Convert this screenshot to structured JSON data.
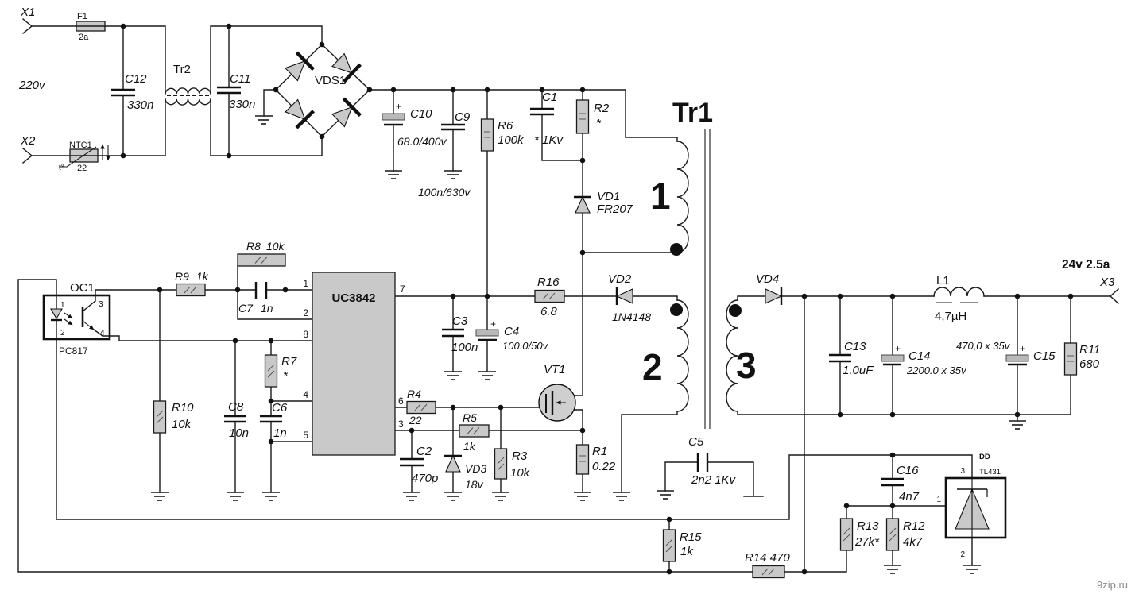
{
  "colors": {
    "background": "#ffffff",
    "wire": "#1a1a1a",
    "component_fill": "#c9c9c9",
    "watermark": "#8a8a8a"
  },
  "l": {
    "x1": "X1",
    "x2": "X2",
    "v220": "220v",
    "f1": "F1",
    "f1v": "2a",
    "ntc1": "NTC1",
    "ntc1v": "22",
    "tdeg": "t°",
    "c12": "C12",
    "c12v": "330n",
    "tr2": "Tr2",
    "c11": "C11",
    "c11v": "330n",
    "vds1": "VDS1",
    "plus": "+",
    "c10": "C10",
    "c10v": "68.0/400v",
    "c9": "C9",
    "c9v": "100n/630v",
    "r6": "R6",
    "r6v": "100k",
    "c1": "C1",
    "c1v": "* 1Kv",
    "r2": "R2",
    "r2v": "*",
    "vd1": "VD1",
    "vd1v": "FR207",
    "tr1": "Tr1",
    "w1": "1",
    "w2": "2",
    "w3": "3",
    "vd2": "VD2",
    "vd2v": "1N4148",
    "r16": "R16",
    "r16v": "6.8",
    "c3": "C3",
    "c3v": "100n",
    "c4": "C4",
    "c4v": "100.0/50v",
    "ic": "UC3842",
    "p1": "1",
    "p2": "2",
    "p3": "3",
    "p4": "4",
    "p5": "5",
    "p6": "6",
    "p7": "7",
    "p8": "8",
    "oc1": "OC1",
    "oc1v": "PC817",
    "r9": "R9",
    "r9v": "1k",
    "r8": "R8",
    "r8v": "10k",
    "c7": "C7",
    "c7v": "1n",
    "r10": "R10",
    "r10v": "10k",
    "c8": "C8",
    "c8v": "10n",
    "c6": "C6",
    "c6v": "1n",
    "r7": "R7",
    "r7v": "*",
    "r4": "R4",
    "r4v": "22",
    "r5": "R5",
    "r5v": "1k",
    "c2": "C2",
    "c2v": "470p",
    "vd3": "VD3",
    "vd3v": "18v",
    "r3": "R3",
    "r3v": "10k",
    "vt1": "VT1",
    "r1": "R1",
    "r1v": "0.22",
    "c5": "C5",
    "c5v": "2n2 1Kv",
    "vd4": "VD4",
    "c13": "C13",
    "c13v": "1.0uF",
    "l1": "L1",
    "l1v": "4,7µH",
    "c14": "C14",
    "c14v": "2200.0 x 35v",
    "c15": "C15",
    "c15v": "470,0 x 35v",
    "r11": "R11",
    "r11v": "680",
    "out": "24v 2.5a",
    "x3": "X3",
    "c16": "C16",
    "c16v": "4n7",
    "r13": "R13",
    "r13v": "27k*",
    "r12": "R12",
    "r12v": "4k7",
    "dd": "DD",
    "ddv": "TL431",
    "r15": "R15",
    "r15v": "1k",
    "r14": "R14 470",
    "wm": "9zip.ru"
  }
}
